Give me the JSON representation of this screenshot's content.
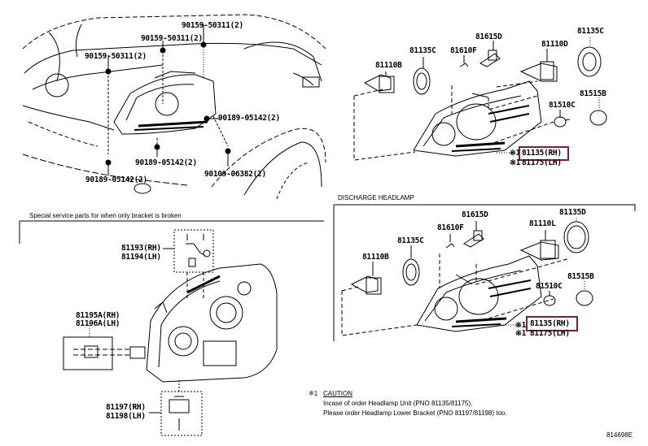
{
  "diagram": {
    "title_code": "814698E",
    "highlight_color": "#8b1a3a",
    "car_fasteners": [
      {
        "label": "90159-50311(2)"
      },
      {
        "label": "90159-50311(2)"
      },
      {
        "label": "90159-50311(2)"
      },
      {
        "label": "90189-05142(2)"
      },
      {
        "label": "90189-05142(2)"
      },
      {
        "label": "90189-05142(2)"
      },
      {
        "label": "90109-06382(2)"
      }
    ],
    "halogen_section": {
      "parts": [
        {
          "label": "81615D"
        },
        {
          "label": "81135C"
        },
        {
          "label": "81110D"
        },
        {
          "label": "81135C"
        },
        {
          "label": "81610F"
        },
        {
          "label": "81110B"
        },
        {
          "label": "81515B"
        },
        {
          "label": "81510C"
        }
      ],
      "unit_mark": "※1",
      "unit_rh": "81135(RH)",
      "unit_lh": "81175(LH)"
    },
    "discharge_section": {
      "title": "DISCHARGE HEADLAMP",
      "parts": [
        {
          "label": "81615D"
        },
        {
          "label": "81110L"
        },
        {
          "label": "81135D"
        },
        {
          "label": "81610F"
        },
        {
          "label": "81135C"
        },
        {
          "label": "81110B"
        },
        {
          "label": "81515B"
        },
        {
          "label": "81510C"
        }
      ],
      "unit_mark": "※1",
      "unit_rh": "81135(RH)",
      "unit_lh": "81175(LH)"
    },
    "bracket_section": {
      "title": "Special service parts for when only bracket is broken",
      "parts": [
        {
          "rh": "81193(RH)",
          "lh": "81194(LH)"
        },
        {
          "rh": "81195A(RH)",
          "lh": "81196A(LH)"
        },
        {
          "rh": "81197(RH)",
          "lh": "81198(LH)"
        }
      ]
    },
    "caution": {
      "mark": "※1",
      "title": "CAUTION",
      "line1": "Incase of order Headlamp Unit (PNO 81135/81175),",
      "line2": "Please order Headlamp Lower Bracket (PNO 81197/81198) too."
    }
  }
}
